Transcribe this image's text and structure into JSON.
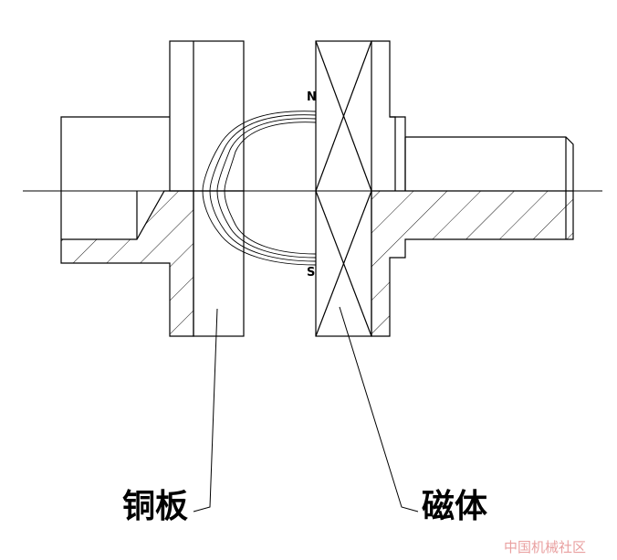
{
  "labels": {
    "copper_plate": "铜板",
    "magnet": "磁体",
    "north_pole": "N",
    "south_pole": "S"
  },
  "watermark": "中国机械社区",
  "colors": {
    "line": "#000000",
    "background": "#ffffff",
    "watermark": "#e9a0a0"
  }
}
